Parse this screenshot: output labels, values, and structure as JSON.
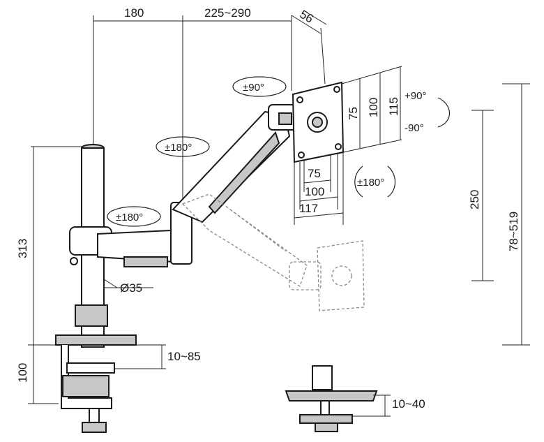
{
  "dimensions": {
    "arm_segment_1": "180",
    "arm_segment_2": "225~290",
    "vesa_plate_depth": "56",
    "pole_height": "313",
    "clamp_height": "100",
    "clamp_range": "10~85",
    "grommet_range": "10~40",
    "pole_diameter": "Ø35",
    "height_adjust": "250",
    "height_range": "78~519",
    "vesa_h_75": "75",
    "vesa_h_100": "100",
    "vesa_h_115": "115",
    "vesa_w_75": "75",
    "vesa_w_100": "100",
    "vesa_w_117": "117"
  },
  "rotations": {
    "swivel_arm_1": "±180°",
    "swivel_arm_2": "±180°",
    "tilt": "±90°",
    "tilt_up": "+90°",
    "tilt_down": "-90°",
    "rotate_plate": "±180°"
  },
  "colors": {
    "line": "#1a1a1a",
    "part_fill": "#c7c7c7",
    "ghost": "#888888"
  }
}
